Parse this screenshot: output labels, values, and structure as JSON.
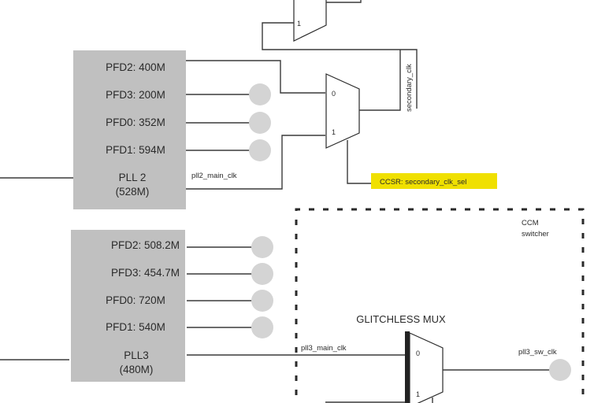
{
  "pll2": {
    "outputs": [
      "PFD2: 400M",
      "PFD3: 200M",
      "PFD0: 352M",
      "PFD1: 594M"
    ],
    "name": "PLL 2",
    "freq": "(528M)",
    "main_clk_label": "pll2_main_clk"
  },
  "pll3": {
    "outputs": [
      "PFD2: 508.2M",
      "PFD3: 454.7M",
      "PFD0: 720M",
      "PFD1: 540M"
    ],
    "name": "PLL3",
    "freq": "(480M)",
    "main_clk_label": "pll3_main_clk"
  },
  "top_mux": {
    "input1_label": "1"
  },
  "secondary_mux": {
    "input0_label": "0",
    "input1_label": "1",
    "output_label": "secondary_clk",
    "select_label": "CCSR: secondary_clk_sel"
  },
  "ccm_switcher": {
    "title_line1": "CCM",
    "title_line2": "switcher"
  },
  "glitchless_mux": {
    "title": "GLITCHLESS MUX",
    "input0_label": "0",
    "input1_label": "1",
    "output_label": "pll3_sw_clk"
  },
  "colors": {
    "block": "#c0c0c0",
    "node": "#d4d4d4",
    "highlight": "#f0e000"
  }
}
